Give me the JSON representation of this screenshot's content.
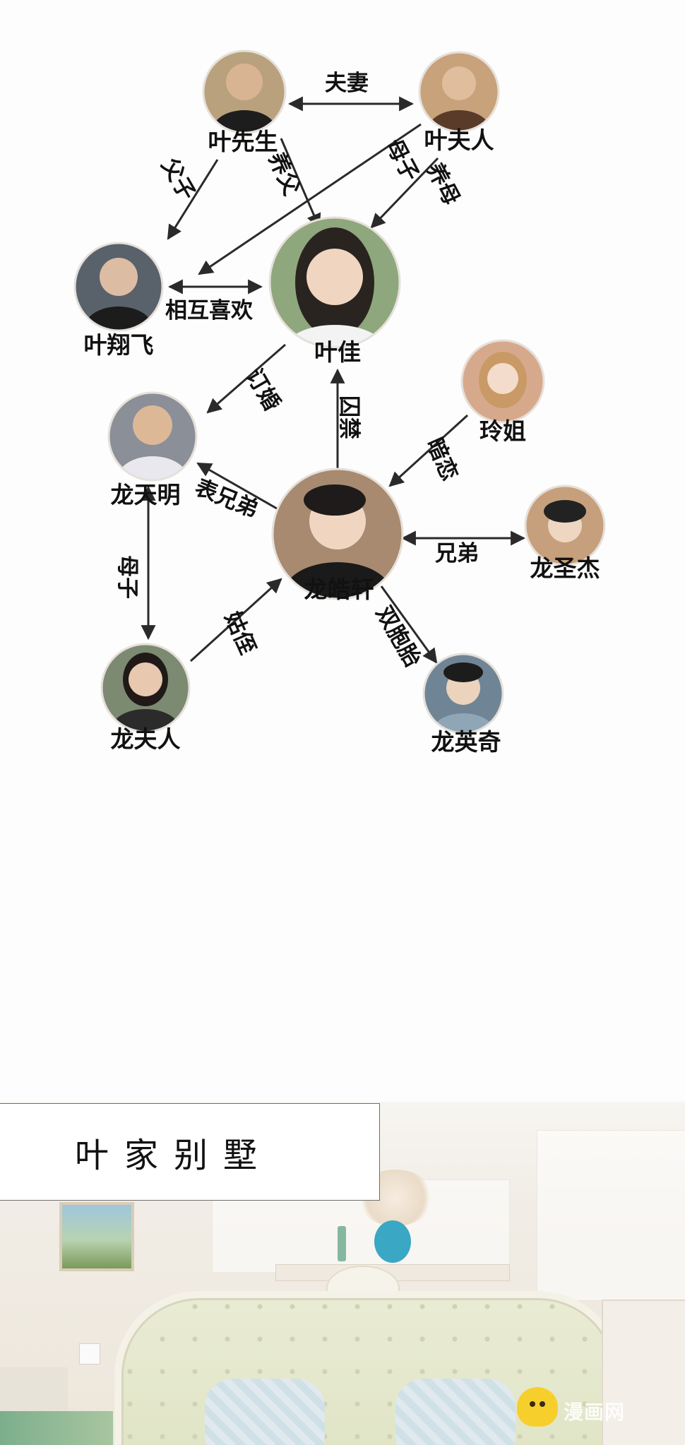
{
  "diagram": {
    "nodes": [
      {
        "id": "ye_xiansheng",
        "label": "叶先生",
        "avatar_color": "#b9a17e"
      },
      {
        "id": "ye_furen",
        "label": "叶夫人",
        "avatar_color": "#c8a27a"
      },
      {
        "id": "ye_xiangfei",
        "label": "叶翔飞",
        "avatar_color": "#59626b"
      },
      {
        "id": "ye_jia",
        "label": "叶佳",
        "avatar_color": "#8fa77c"
      },
      {
        "id": "ling_jie",
        "label": "玲姐",
        "avatar_color": "#d7a98c"
      },
      {
        "id": "long_tianming",
        "label": "龙天明",
        "avatar_color": "#8a8f98"
      },
      {
        "id": "long_haoxuan",
        "label": "龙皓轩",
        "avatar_color": "#a88a70"
      },
      {
        "id": "long_shengjie",
        "label": "龙圣杰",
        "avatar_color": "#c6a07c"
      },
      {
        "id": "long_furen",
        "label": "龙夫人",
        "avatar_color": "#7c8a72"
      },
      {
        "id": "long_yingqi",
        "label": "龙英奇",
        "avatar_color": "#6f8596"
      }
    ],
    "edges": [
      {
        "id": "fuqi",
        "label": "夫妻"
      },
      {
        "id": "fuzi",
        "label": "父子"
      },
      {
        "id": "yangfu",
        "label": "养父"
      },
      {
        "id": "muzi_ye",
        "label": "母子"
      },
      {
        "id": "yangmu",
        "label": "养母"
      },
      {
        "id": "xianghu_xihuan",
        "label": "相互喜欢"
      },
      {
        "id": "dinghun",
        "label": "订婚"
      },
      {
        "id": "qiujin",
        "label": "囚禁"
      },
      {
        "id": "anlian",
        "label": "暗恋"
      },
      {
        "id": "biaoxiongdi",
        "label": "表兄弟"
      },
      {
        "id": "xiongdi",
        "label": "兄弟"
      },
      {
        "id": "muzi_long",
        "label": "母子"
      },
      {
        "id": "guzhi",
        "label": "姑侄"
      },
      {
        "id": "shuangbaotai",
        "label": "双胞胎"
      }
    ]
  },
  "scene": {
    "location_title": "叶家别墅",
    "watermark": "漫画网"
  },
  "colors": {
    "text": "#111111",
    "edge": "#2a2a2a",
    "mascot": "#f7cf2d"
  }
}
